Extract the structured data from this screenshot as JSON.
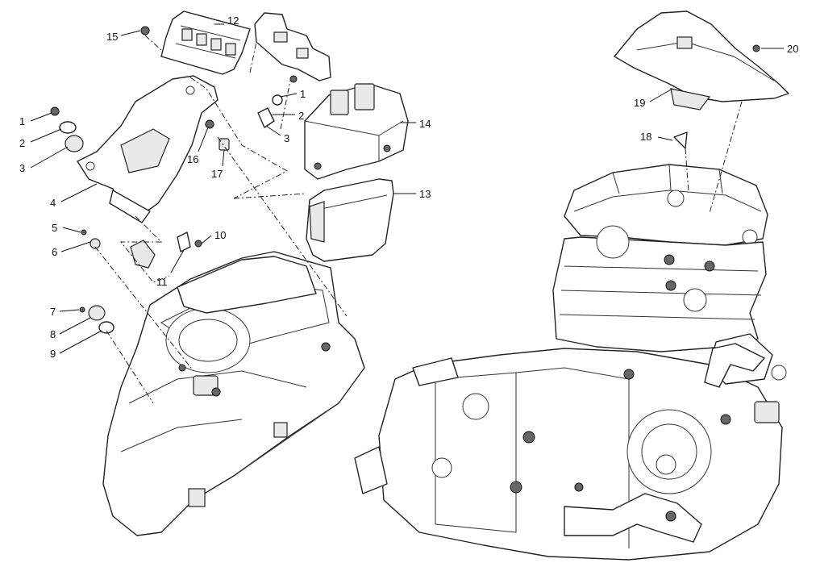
{
  "callouts": {
    "c1a": "1",
    "c2a": "2",
    "c3a": "3",
    "c4": "4",
    "c5": "5",
    "c6": "6",
    "c7": "7",
    "c8": "8",
    "c9": "9",
    "c10": "10",
    "c11": "11",
    "c12": "12",
    "c13": "13",
    "c14": "14",
    "c15": "15",
    "c16": "16",
    "c17": "17",
    "c18": "18",
    "c19": "19",
    "c20": "20",
    "c1b": "1",
    "c2b": "2",
    "c3b": "3"
  },
  "colors": {
    "line": "#222222",
    "fill": "#ffffff",
    "shade": "#e9e9e9"
  }
}
